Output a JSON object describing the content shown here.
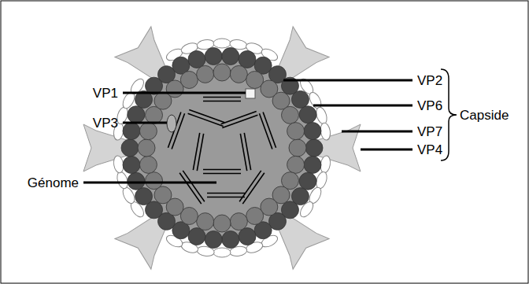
{
  "diagram": {
    "labels": [
      "VP1",
      "VP3",
      "Génome",
      "VP2",
      "VP6",
      "VP7",
      "VP4",
      "Capside"
    ]
  }
}
